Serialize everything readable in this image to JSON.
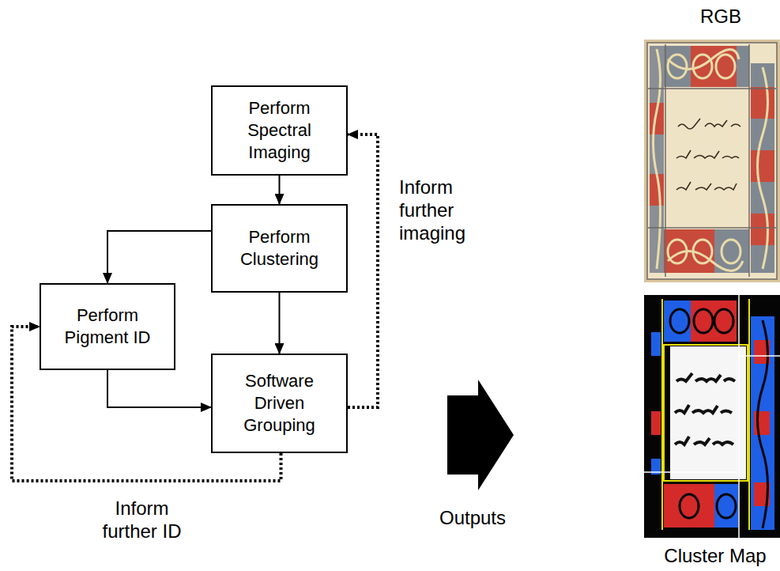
{
  "diagram": {
    "nodes": [
      {
        "text": [
          "Perform Spectral Imaging"
        ]
      },
      {
        "text": [
          "Perform Clustering"
        ]
      },
      {
        "text": [
          "Perform Pigment ID"
        ]
      },
      {
        "text": [
          "Software Driven Grouping"
        ]
      }
    ],
    "edges": [
      {
        "from": 0,
        "to": 1,
        "arrow": "to"
      },
      {
        "from": 1,
        "to": 2,
        "arrow": "to"
      },
      {
        "from": 1,
        "to": 3,
        "arrow": "to"
      },
      {
        "from": 2,
        "to": 3,
        "arrow": "to"
      },
      {
        "from": 3,
        "to": 0,
        "arrow": "to",
        "label": "Inform further imaging"
      },
      {
        "from": 3,
        "to": 2,
        "arrow": "to",
        "label": "Inform further ID"
      }
    ],
    "labels": [
      "Outputs",
      "RGB",
      "Cluster Map"
    ]
  }
}
